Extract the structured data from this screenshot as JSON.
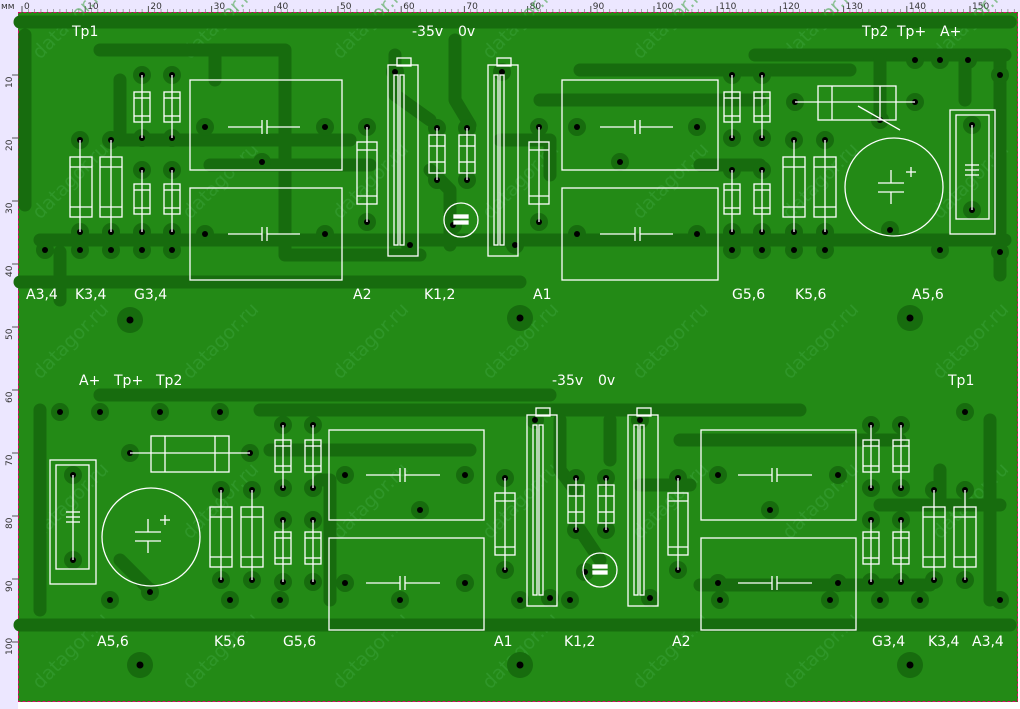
{
  "ruler": {
    "unit": "мм",
    "top_ticks": [
      "0",
      "10",
      "20",
      "30",
      "40",
      "50",
      "60",
      "70",
      "80",
      "90",
      "100",
      "110",
      "120",
      "130",
      "140",
      "150"
    ],
    "left_ticks": [
      "10",
      "20",
      "30",
      "40",
      "50",
      "60",
      "70",
      "80",
      "90",
      "100"
    ]
  },
  "colors": {
    "board": "#238a16",
    "trace": "#176c0e",
    "silk": "#ffffff",
    "ruler_bg": "#ece7ff",
    "frame": "#e0006a"
  },
  "watermark": "datagor.ru",
  "board_top": {
    "labels": {
      "tp1": "Tp1",
      "neg35": "-35v",
      "zero_v": "0v",
      "tp2": "Tp2",
      "tp_plus": "Tp+",
      "a_plus": "A+",
      "a34": "A3,4",
      "k34": "K3,4",
      "g34": "G3,4",
      "a2": "A2",
      "k12": "K1,2",
      "a1": "A1",
      "g56": "G5,6",
      "k56": "K5,6",
      "a56": "A5,6"
    }
  },
  "board_bottom": {
    "labels": {
      "a_plus": "A+",
      "tp_plus": "Tp+",
      "tp2": "Tp2",
      "neg35": "-35v",
      "zero_v": "0v",
      "tp1": "Tp1",
      "a56": "A5,6",
      "k56": "K5,6",
      "g56": "G5,6",
      "a1": "A1",
      "k12": "K1,2",
      "a2": "A2",
      "g34": "G3,4",
      "k34": "K3,4",
      "a34": "A3,4"
    }
  }
}
